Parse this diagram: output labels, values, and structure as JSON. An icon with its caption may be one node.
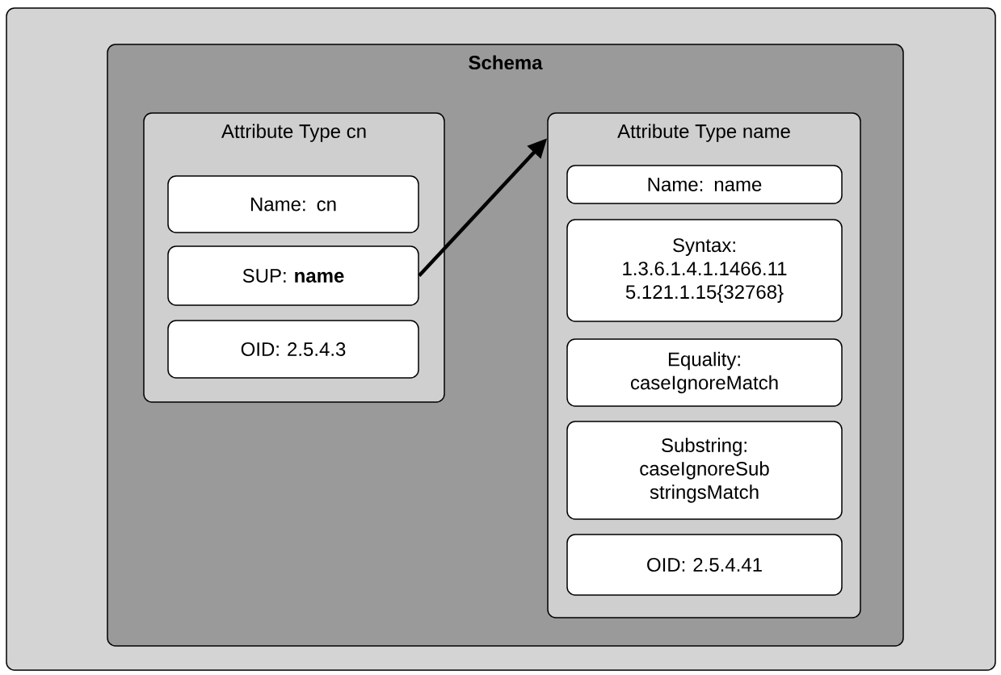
{
  "diagram": {
    "nodes": [
      {
        "text": [],
        "shape": "box"
      },
      {
        "text": [
          "Schema"
        ],
        "in": 0
      },
      {
        "text": [
          "Attribute Type cn"
        ],
        "in": 1
      },
      {
        "text": [
          "Name: cn"
        ],
        "in": 2
      },
      {
        "text": [
          "SUP: **name**"
        ],
        "in": 2
      },
      {
        "text": [
          "OID: 2.5.4.3"
        ],
        "in": 2
      },
      {
        "text": [
          "Attribute Type name"
        ],
        "in": 1
      },
      {
        "text": [
          "Name: name"
        ],
        "in": 6
      },
      {
        "text": [
          "Syntax: 1.3.6.1.4.1.1466.11 5.121.1.15{32768}"
        ],
        "in": 6
      },
      {
        "text": [
          "Equality: caseIgnoreMatch"
        ],
        "in": 6
      },
      {
        "text": [
          "Substring: caseIgnoreSub stringsMatch"
        ],
        "in": 6
      },
      {
        "text": [
          "OID: 2.5.4.41"
        ],
        "in": 6
      }
    ],
    "edges": [
      {
        "from": 4,
        "to": 6,
        "arrow": "to"
      }
    ]
  }
}
